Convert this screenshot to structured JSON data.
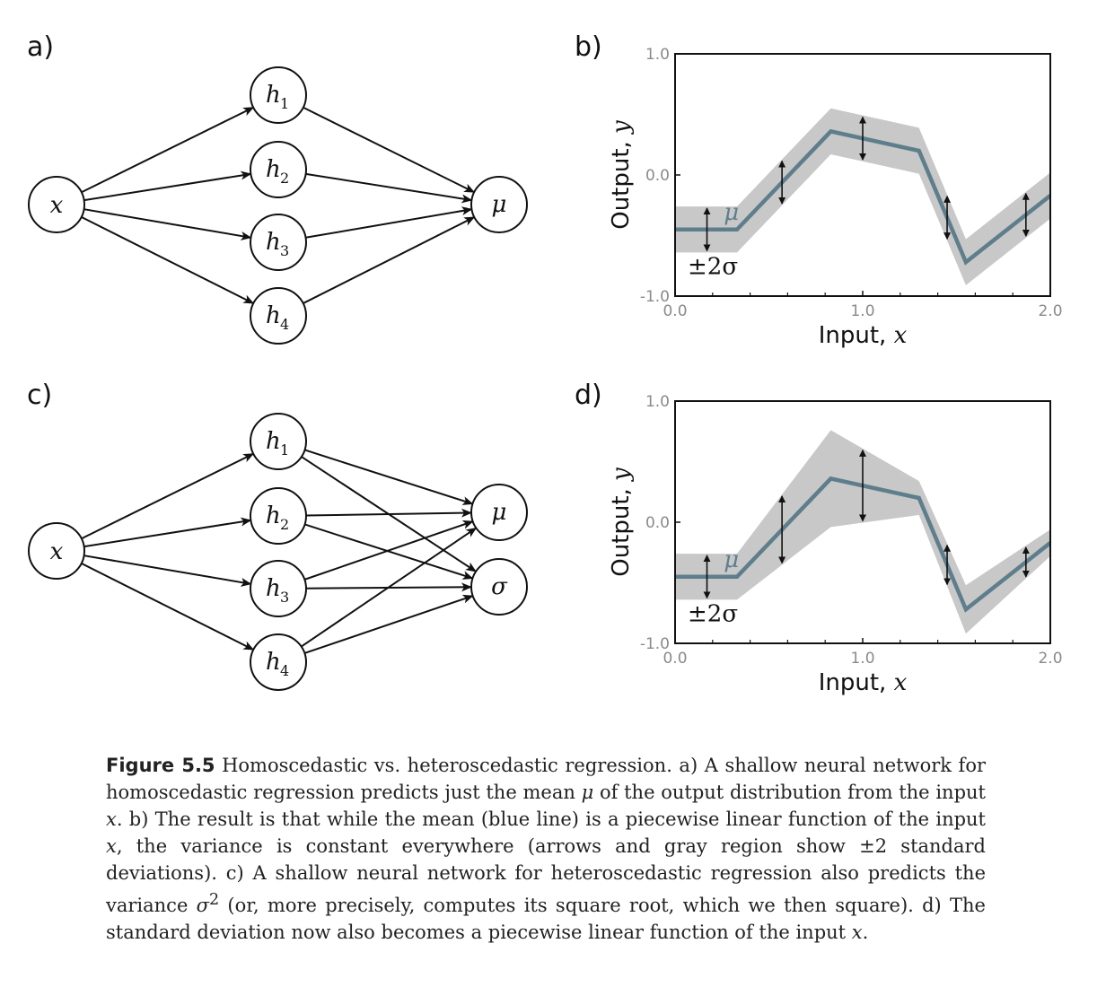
{
  "panels": {
    "a": "a)",
    "b": "b)",
    "c": "c)",
    "d": "d)"
  },
  "network_a": {
    "input": "x",
    "hidden": [
      {
        "var": "h",
        "sub": "1"
      },
      {
        "var": "h",
        "sub": "2"
      },
      {
        "var": "h",
        "sub": "3"
      },
      {
        "var": "h",
        "sub": "4"
      }
    ],
    "outputs": [
      "μ"
    ]
  },
  "network_c": {
    "input": "x",
    "hidden": [
      {
        "var": "h",
        "sub": "1"
      },
      {
        "var": "h",
        "sub": "2"
      },
      {
        "var": "h",
        "sub": "3"
      },
      {
        "var": "h",
        "sub": "4"
      }
    ],
    "outputs": [
      "μ",
      "σ"
    ]
  },
  "chart_data": [
    {
      "panel": "b",
      "type": "line",
      "xlabel_text": "Input, ",
      "xlabel_var": "x",
      "ylabel_text": "Output, ",
      "ylabel_var": "y",
      "xlim": [
        0.0,
        2.0
      ],
      "ylim": [
        -1.0,
        1.0
      ],
      "xticks": [
        "0.0",
        "1.0",
        "2.0"
      ],
      "yticks": [
        "1.0",
        "0.0",
        "-1.0"
      ],
      "mean_label": "μ",
      "band_label": "±2σ",
      "colors": {
        "mean": "#5e7e8c",
        "band": "#c8c8c8"
      },
      "series": [
        {
          "x": [
            0.0,
            0.33,
            0.83,
            1.3,
            1.55,
            2.0
          ],
          "mean": [
            -0.45,
            -0.45,
            0.36,
            0.2,
            -0.72,
            -0.17
          ],
          "std": [
            0.095,
            0.095,
            0.095,
            0.095,
            0.095,
            0.095
          ]
        }
      ],
      "arrows_x": [
        0.17,
        0.57,
        1.0,
        1.45,
        1.87
      ]
    },
    {
      "panel": "d",
      "type": "line",
      "xlabel_text": "Input, ",
      "xlabel_var": "x",
      "ylabel_text": "Output, ",
      "ylabel_var": "y",
      "xlim": [
        0.0,
        2.0
      ],
      "ylim": [
        -1.0,
        1.0
      ],
      "xticks": [
        "0.0",
        "1.0",
        "2.0"
      ],
      "yticks": [
        "1.0",
        "0.0",
        "-1.0"
      ],
      "mean_label": "μ",
      "band_label": "±2σ",
      "colors": {
        "mean": "#5e7e8c",
        "band": "#c8c8c8"
      },
      "series": [
        {
          "x": [
            0.0,
            0.33,
            0.83,
            1.3,
            1.55,
            2.0
          ],
          "mean": [
            -0.45,
            -0.45,
            0.36,
            0.2,
            -0.72,
            -0.17
          ],
          "std": [
            0.095,
            0.095,
            0.2,
            0.07,
            0.1,
            0.055
          ]
        }
      ],
      "arrows_x": [
        0.17,
        0.57,
        1.0,
        1.45,
        1.87
      ]
    }
  ],
  "caption": {
    "label": "Figure 5.5",
    "body_html": " Homoscedastic vs. heteroscedastic regression.  a) A shallow neural network for homoscedastic regression predicts just the mean <i>μ</i> of the output distribution from the input <i>x</i>.  b) The result is that while the mean (blue line) is a piecewise linear function of the input <i>x</i>, the variance is constant everywhere (arrows and gray region show ±2 standard deviations).  c) A shallow neural network for heteroscedastic regression also predicts the variance <i>σ</i><sup>2</sup> (or, more precisely, computes its square root, which we then square).  d) The standard deviation now also becomes a piecewise linear function of the input <i>x</i>."
  }
}
